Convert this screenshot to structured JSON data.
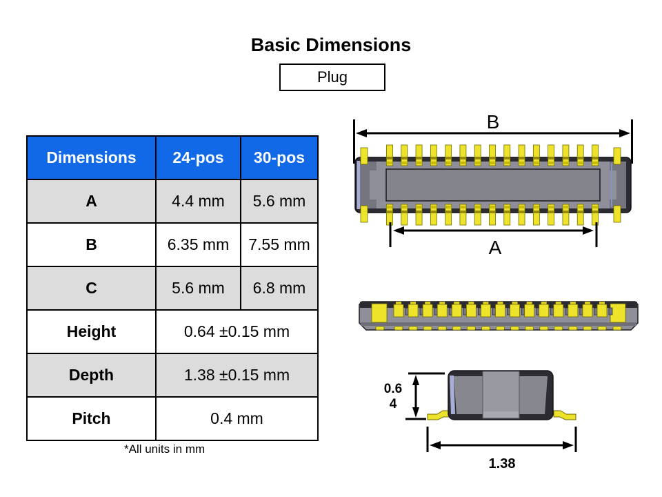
{
  "title": "Basic Dimensions",
  "variant": {
    "label": "Plug"
  },
  "table": {
    "headers": [
      "Dimensions",
      "24-pos",
      "30-pos"
    ],
    "rows": [
      {
        "label": "A",
        "pos24": "4.4 mm",
        "pos30": "5.6 mm"
      },
      {
        "label": "B",
        "pos24": "6.35 mm",
        "pos30": "7.55 mm"
      },
      {
        "label": "C",
        "pos24": "5.6 mm",
        "pos30": "6.8 mm"
      }
    ],
    "merged_rows": [
      {
        "label": "Height",
        "value": "0.64 ±0.15 mm"
      },
      {
        "label": "Depth",
        "value": "1.38 ±0.15 mm"
      },
      {
        "label": "Pitch",
        "value": "0.4 mm"
      }
    ],
    "note": "*All units in mm"
  },
  "diagrams": {
    "top_view": {
      "dim_outer_label": "B",
      "dim_inner_label": "A",
      "pins_per_side": 15
    },
    "side_view": {
      "contacts": 15
    },
    "front_view": {
      "height_label_line1": "0.6",
      "height_label_line2": "4",
      "width_label": "1.38"
    }
  },
  "colors": {
    "header_blue": "#1169E8",
    "row_shade_gray": "#DCDCDC",
    "pin_yellow": "#EEE32B",
    "pin_shade_dark": "#958B00",
    "pin_shade_mid": "#C7BC08",
    "connector_dark": "#2B2B31",
    "connector_gray": "#8F8F99",
    "connector_slot_gray": "#84848C",
    "connector_end_gray": "#75757F",
    "edge_lavender": "#A9AED6"
  }
}
